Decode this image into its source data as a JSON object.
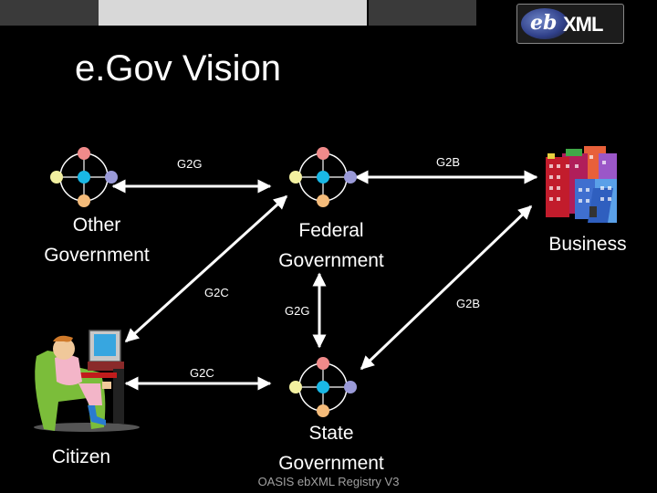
{
  "slide": {
    "title": "e.Gov Vision",
    "footer": "OASIS ebXML Registry V3",
    "logo": {
      "prefix": "eb",
      "suffix": "XML"
    }
  },
  "nodes": {
    "other_government": "Other\nGovernment",
    "federal_government": "Federal\nGovernment",
    "business": "Business",
    "citizen": "Citizen",
    "state_government": "State\nGovernment"
  },
  "edges": {
    "other_federal": "G2G",
    "federal_business": "G2B",
    "federal_citizen": "G2C",
    "federal_state": "G2G",
    "business_state": "G2B",
    "citizen_state": "G2C"
  },
  "colors": {
    "background": "#000000",
    "text": "#ffffff",
    "footer_text": "#a0a0a0",
    "top_bar": "#3a3a3a",
    "top_accent": "#d8d8d8",
    "hub_top": "#f08a8a",
    "hub_left": "#f2f0a0",
    "hub_center": "#19b8e6",
    "hub_right": "#9a9ad8",
    "hub_bottom": "#f4bb7a",
    "arrow": "#ffffff"
  },
  "icons": {
    "hub": "network-hub-icon",
    "business": "buildings-icon",
    "citizen": "person-at-computer-icon",
    "logo": "ebxml-logo"
  }
}
